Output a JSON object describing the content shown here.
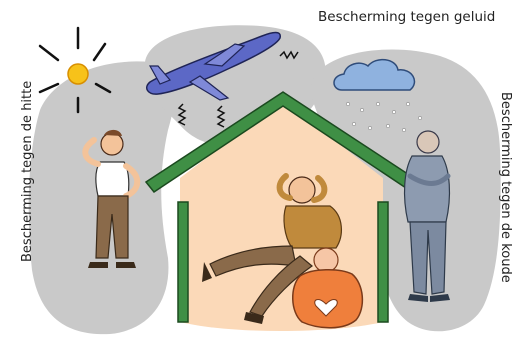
{
  "labels": {
    "noise": "Bescherming tegen geluid",
    "heat": "Bescherming tegen de hitte",
    "cold": "Bescherming tegen de koude"
  },
  "colors": {
    "panel_gray": "#c9c9c9",
    "house_fill": "#fbd9b8",
    "roof_green": "#2f7a35",
    "sun_yellow": "#f7c21a",
    "plane_blue": "#5c68c6",
    "cloud_blue": "#8fb2df",
    "baby_orange": "#ef7f3c",
    "man_shirt": "#c08a3c",
    "cold_man_blue": "#8d9bb0"
  },
  "icons": [
    "sun-icon",
    "airplane-icon",
    "cloud-icon",
    "house-icon"
  ]
}
